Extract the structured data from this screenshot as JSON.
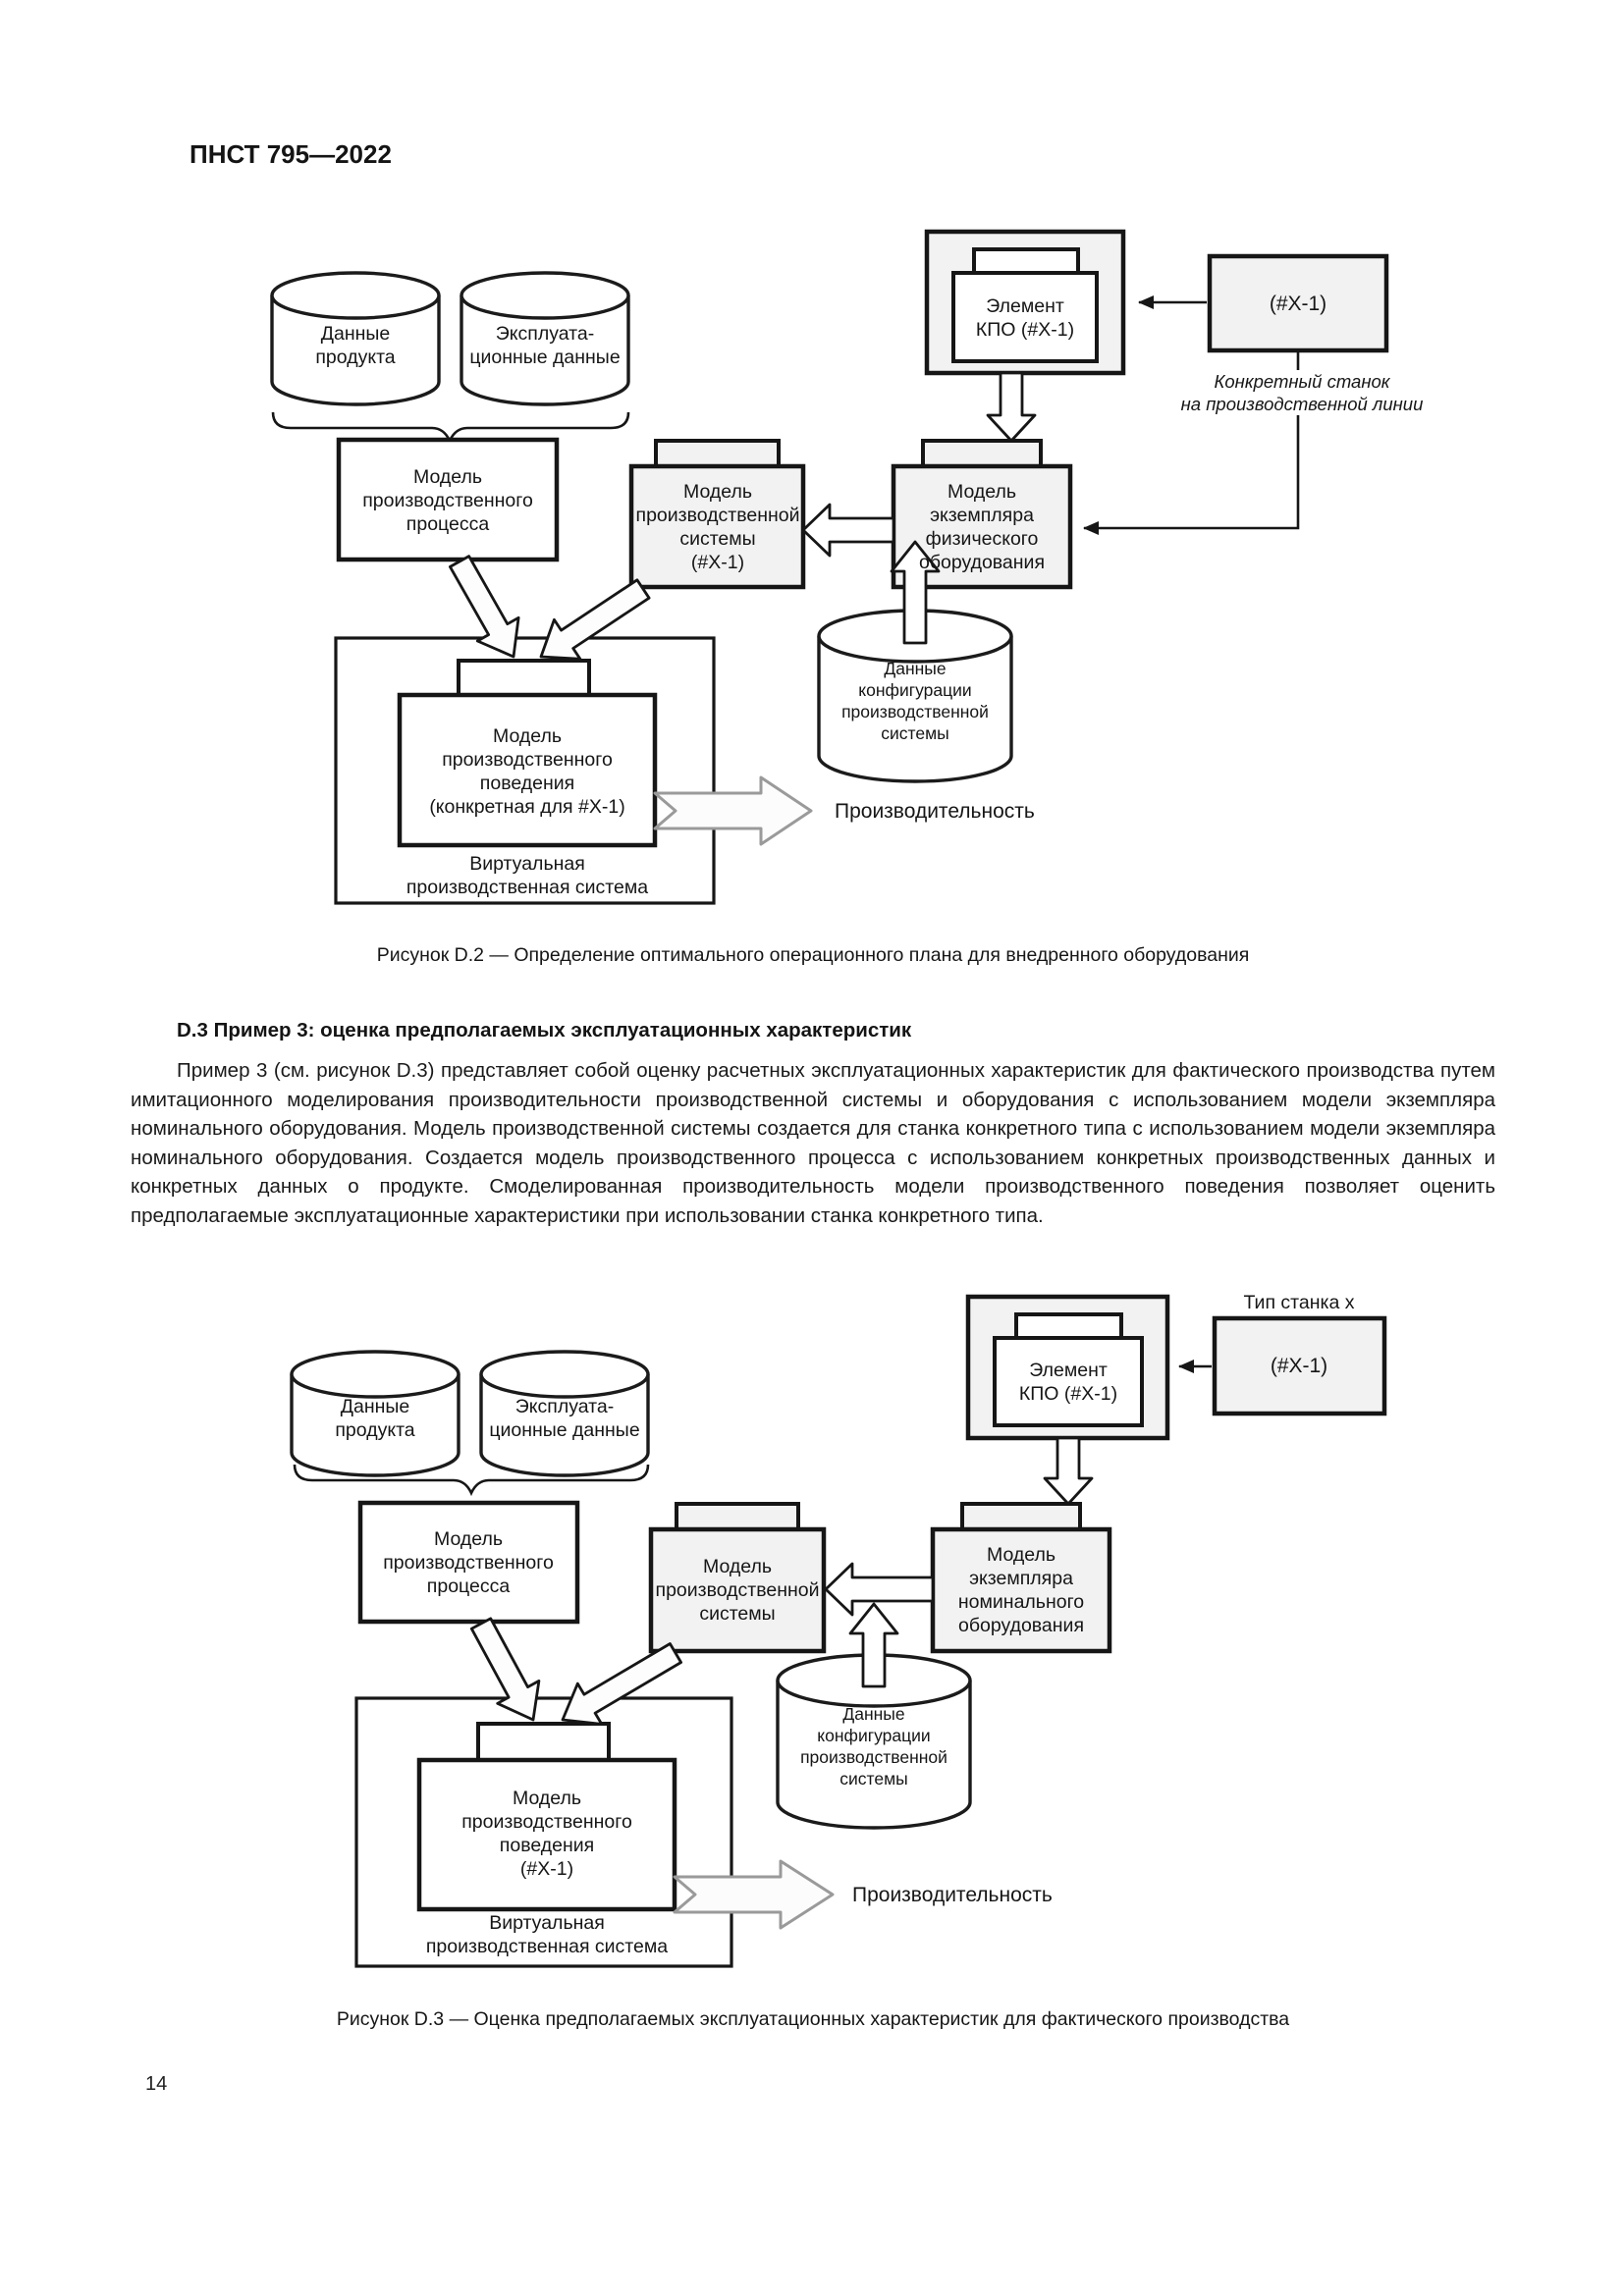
{
  "header": {
    "doc_number": "ПНСТ 795—2022"
  },
  "figure_d2": {
    "caption": "Рисунок D.2 — Определение оптимального операционного плана для внедренного оборудования",
    "cylinder_product_data": "Данные\nпродукта",
    "cylinder_operational_data": "Эксплуата-\nционные данные",
    "box_process_model": "Модель\nпроизводственного\nпроцесса",
    "box_kpo_element": "Элемент\nКПО (#X-1)",
    "box_machine_id": "(#X-1)",
    "note_specific_machine": "Конкретный станок\nна производственной линии",
    "box_production_system_model": "Модель\nпроизводственной\nсистемы\n(#X-1)",
    "box_physical_equipment_model": "Модель\nэкземпляра\nфизического\nоборудования",
    "cylinder_config_data": "Данные\nконфигурации\nпроизводственной\nсистемы",
    "box_behavior_model": "Модель\nпроизводственного\nповедения\n(конкретная для #X-1)",
    "label_virtual_system": "Виртуальная\nпроизводственная система",
    "label_performance": "Производительность"
  },
  "section_d3": {
    "heading": "D.3 Пример 3: оценка предполагаемых эксплуатационных характеристик",
    "paragraph": "Пример 3 (см. рисунок D.3) представляет собой оценку расчетных эксплуатационных характеристик для фактического производства путем имитационного моделирования производительности производственной системы и оборудования с использованием модели экземпляра номинального оборудования. Модель производственной системы создается для станка конкретного типа с использованием модели экземпляра номинального оборудования. Создается модель производственного процесса с использованием конкретных производственных данных и конкретных данных о продукте. Смоделированная производительность модели производственного поведения позволяет оценить предполагаемые эксплуатационные характеристики при использовании станка конкретного типа."
  },
  "figure_d3": {
    "caption": "Рисунок D.3 — Оценка предполагаемых эксплуатационных характеристик для фактического производства",
    "label_machine_type": "Тип станка x",
    "cylinder_product_data": "Данные\nпродукта",
    "cylinder_operational_data": "Эксплуата-\nционные данные",
    "box_process_model": "Модель\nпроизводственного\nпроцесса",
    "box_kpo_element": "Элемент\nКПО (#X-1)",
    "box_machine_id": "(#X-1)",
    "box_production_system_model": "Модель\nпроизводственной\nсистемы",
    "box_nominal_equipment_model": "Модель\nэкземпляра\nноминального\nоборудования",
    "cylinder_config_data": "Данные\nконфигурации\nпроизводственной\nсистемы",
    "box_behavior_model": "Модель\nпроизводственного\nповедения\n(#X-1)",
    "label_virtual_system": "Виртуальная\nпроизводственная система",
    "label_performance": "Производительность"
  },
  "footer": {
    "page_number": "14"
  }
}
